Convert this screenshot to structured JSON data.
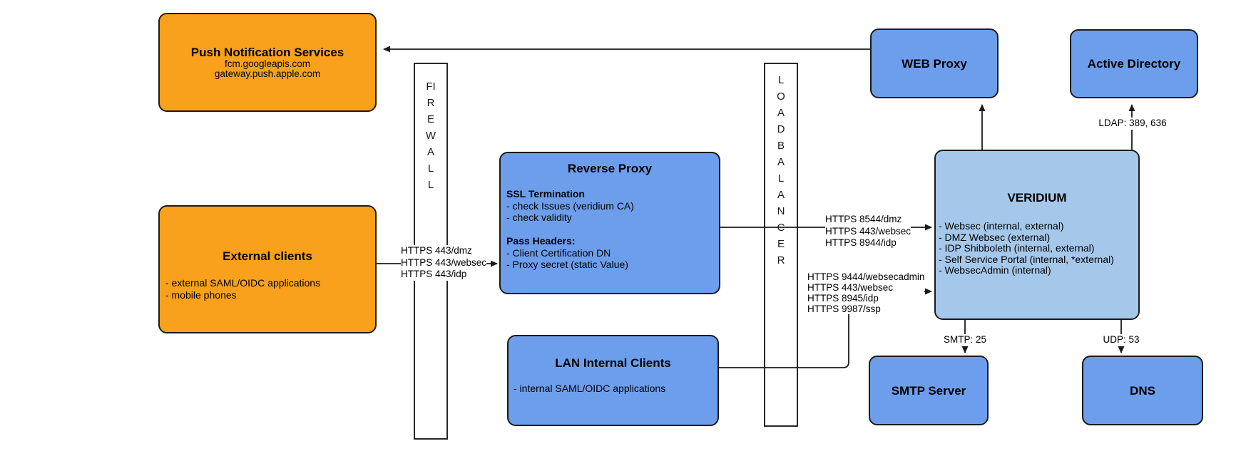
{
  "diagram": {
    "nodes": {
      "push_notification": {
        "title": "Push Notification Services",
        "lines": [
          "fcm.googleapis.com",
          "gateway.push.apple.com"
        ]
      },
      "external_clients": {
        "title": "External clients",
        "items": [
          "- external SAML/OIDC applications",
          "- mobile phones"
        ]
      },
      "firewall": {
        "label": "FIREWALL"
      },
      "reverse_proxy": {
        "title": "Reverse Proxy",
        "sections": [
          {
            "heading": "SSL Termination",
            "items": [
              "- check Issues (veridium CA)",
              "- check validity"
            ]
          },
          {
            "heading": "Pass Headers:",
            "items": [
              "- Client Certification DN",
              "- Proxy secret (static Value)"
            ]
          }
        ]
      },
      "lan_internal_clients": {
        "title": "LAN Internal Clients",
        "items": [
          "- internal SAML/OIDC applications"
        ]
      },
      "load_balancer": {
        "label": "LOAD BALANCER"
      },
      "web_proxy": {
        "title": "WEB Proxy"
      },
      "active_directory": {
        "title": "Active Directory"
      },
      "veridium": {
        "title": "VERIDIUM",
        "items": [
          "- Websec (internal, external)",
          "- DMZ Websec (external)",
          "- IDP Shibboleth (internal, external)",
          "- Self Service Portal (internal, *external)",
          "- WebsecAdmin (internal)"
        ]
      },
      "smtp_server": {
        "title": "SMTP Server"
      },
      "dns": {
        "title": "DNS"
      }
    },
    "edge_labels": {
      "to_reverse_proxy": [
        "HTTPS 443/dmz",
        "HTTPS 443/websec",
        "HTTPS 443/idp"
      ],
      "to_veridium_main": [
        "HTTPS 8544/dmz",
        "HTTPS 443/websec",
        "HTTPS 8944/idp"
      ],
      "to_veridium_admin": [
        "HTTPS 9444/websecadmin",
        "HTTPS 443/websec",
        "HTTPS 8945/idp",
        "HTTPS 9987/ssp"
      ],
      "ldap": "LDAP: 389, 636",
      "smtp": "SMTP: 25",
      "udp": "UDP: 53"
    },
    "colors": {
      "orange": "#f9a11c",
      "blue": "#6d9eeb",
      "light_blue": "#a5c8ea",
      "line": "#1b1b1b"
    }
  }
}
